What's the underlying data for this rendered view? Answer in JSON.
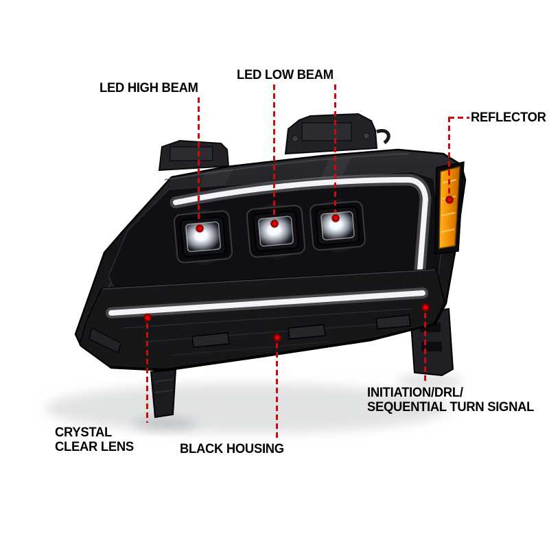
{
  "colors": {
    "callout_red": "#cf0a0a",
    "dot_red": "#e00000",
    "label_black": "#000000",
    "amber_reflector": "#f08c00",
    "housing_black": "#141417",
    "drl_white": "#f2f4f7",
    "background": "#ffffff"
  },
  "callouts": {
    "led_high_beam": {
      "label": "LED HIGH BEAM"
    },
    "led_low_beam": {
      "label": "LED LOW BEAM"
    },
    "reflector": {
      "label": "REFLECTOR"
    },
    "initiation_drl": {
      "line1": "INITIATION/DRL/",
      "line2": "SEQUENTIAL TURN SIGNAL"
    },
    "crystal_clear_lens": {
      "line1": "CRYSTAL",
      "line2": "CLEAR LENS"
    },
    "black_housing": {
      "label": "BLACK HOUSING"
    }
  }
}
